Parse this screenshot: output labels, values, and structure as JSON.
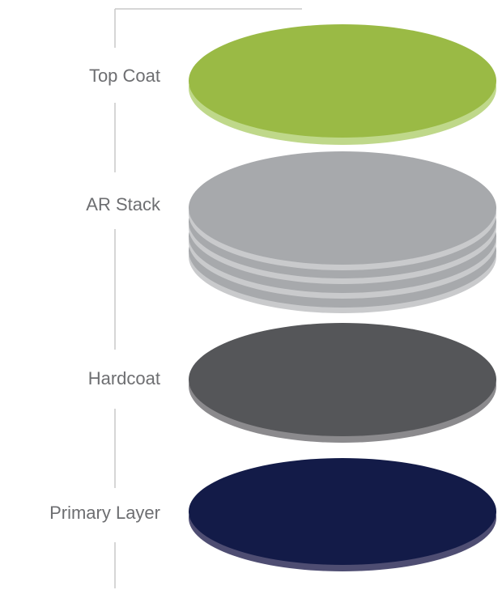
{
  "layers": [
    {
      "key": "top_coat",
      "label": "Top Coat",
      "top_color": "#9aba45",
      "edge_color": "#bfd88a",
      "plates": 1
    },
    {
      "key": "ar_stack",
      "label": "AR Stack",
      "top_color": "#a7a9ac",
      "edge_color": "#c9cacc",
      "plates": 4
    },
    {
      "key": "hardcoat",
      "label": "Hardcoat",
      "top_color": "#555659",
      "edge_color": "#8b8a8d",
      "plates": 1
    },
    {
      "key": "primary_layer",
      "label": "Primary Layer",
      "top_color": "#131b48",
      "edge_color": "#4e4d72",
      "plates": 1
    }
  ],
  "connector_color": "#c8c8c8",
  "label_color": "#6d6e71"
}
